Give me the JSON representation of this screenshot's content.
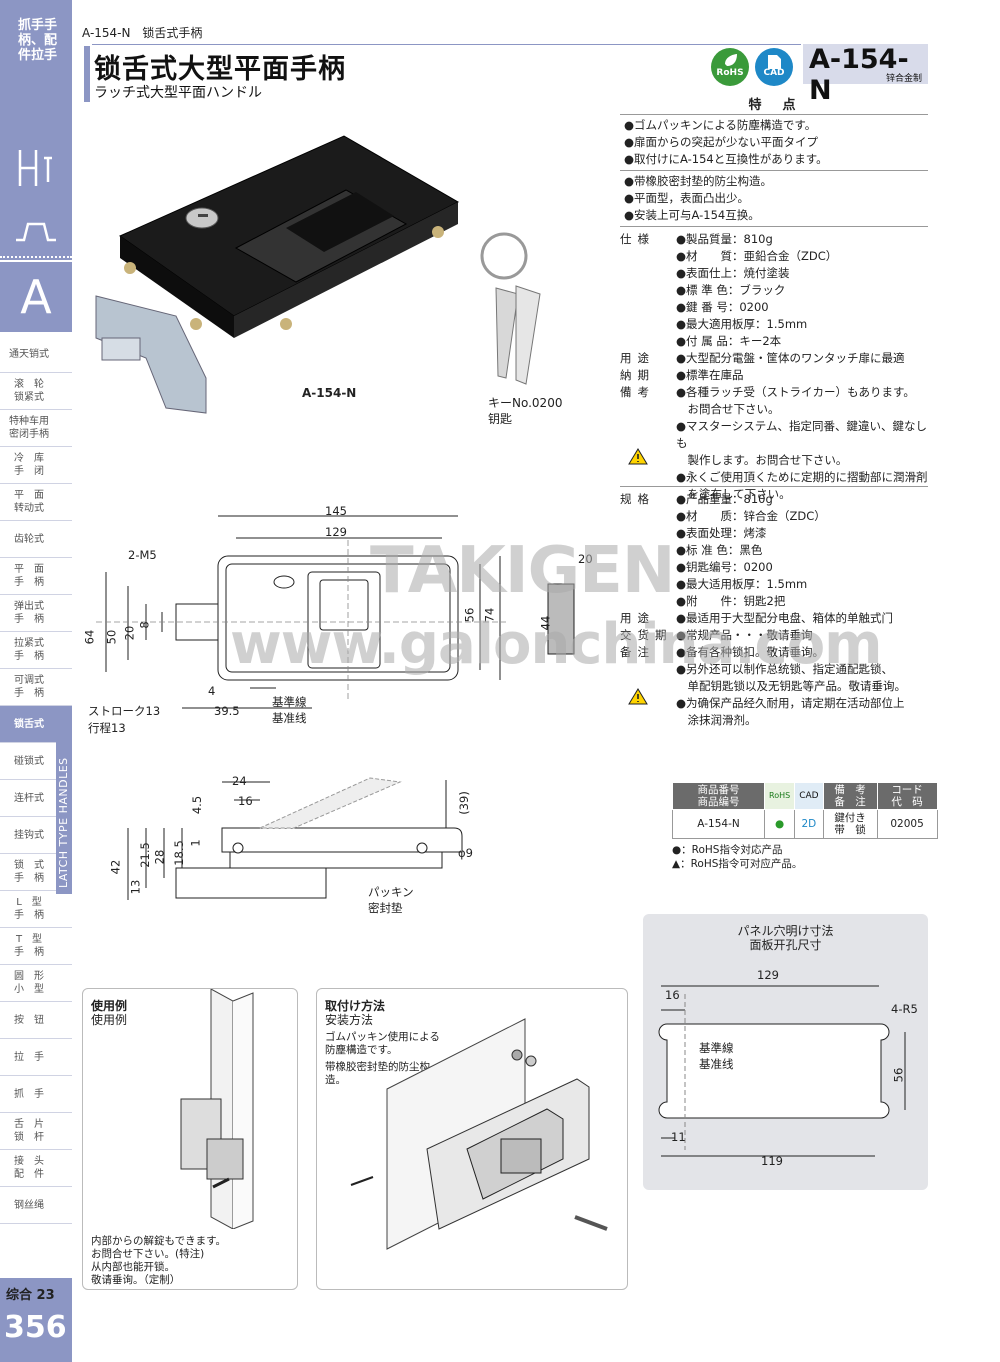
{
  "sidebar": {
    "category": "抓手手柄、配件拉手",
    "letter": "A",
    "items": [
      {
        "label": "通天销式"
      },
      {
        "label": "滚　轮\n锁紧式"
      },
      {
        "label": "特种车用\n密闭手柄"
      },
      {
        "label": "冷　库\n手　闭"
      },
      {
        "label": "平　面\n转动式"
      },
      {
        "label": "齿轮式"
      },
      {
        "label": "平　面\n手　柄"
      },
      {
        "label": "弹出式\n手　柄"
      },
      {
        "label": "拉紧式\n手　柄"
      },
      {
        "label": "可调式\n手　柄"
      },
      {
        "label": "锁舌式",
        "active": true
      },
      {
        "label": "碰锁式"
      },
      {
        "label": "连杆式"
      },
      {
        "label": "挂钩式"
      },
      {
        "label": "锁　式\n手　柄"
      },
      {
        "label": "L　型\n手　柄"
      },
      {
        "label": "T　型\n手　柄"
      },
      {
        "label": "圆　形\n小　型"
      },
      {
        "label": "按　钮"
      },
      {
        "label": "拉　手"
      },
      {
        "label": "抓　手"
      },
      {
        "label": "舌　片\n锁　杆"
      },
      {
        "label": "接　头\n配　件"
      },
      {
        "label": "钢丝绳"
      }
    ],
    "vertical_label": "LATCH TYPE HANDLES",
    "bottom_label": "综合 23",
    "page_number": "356"
  },
  "header": {
    "breadcrumb_code": "A-154-N",
    "breadcrumb_name": "锁舌式手柄",
    "title_zh": "锁舌式大型平面手柄",
    "title_jp": "ラッチ式大型平面ハンドル",
    "badge_rohs": "RoHS",
    "badge_cad": "CAD",
    "model": "A-154-N",
    "material_tag": "锌合金制"
  },
  "features": {
    "title": "特　点",
    "jp": [
      "●ゴムパッキンによる防塵構造です。",
      "●扉面からの突起が少ない平面タイプ",
      "●取付けにA-154と互換性があります。"
    ],
    "zh": [
      "●带橡胶密封垫的防尘构造。",
      "●平面型，表面凸出少。",
      "●安装上可与A-154互换。"
    ]
  },
  "spec_jp": [
    {
      "k": "仕様",
      "v": "●製品質量：810g"
    },
    {
      "k": "",
      "v": "●材　　質：亜鉛合金（ZDC）"
    },
    {
      "k": "",
      "v": "●表面仕上：焼付塗装"
    },
    {
      "k": "",
      "v": "●標 準 色：ブラック"
    },
    {
      "k": "",
      "v": "●鍵 番 号：0200"
    },
    {
      "k": "",
      "v": "●最大適用板厚：1.5mm"
    },
    {
      "k": "",
      "v": "●付 属 品：キー2本"
    },
    {
      "k": "用途",
      "v": "●大型配分電盤・筐体のワンタッチ扉に最適"
    },
    {
      "k": "納期",
      "v": "●標準在庫品"
    },
    {
      "k": "備考",
      "v": "●各種ラッチ受（ストライカー）もあります。"
    },
    {
      "k": "",
      "v": "　お問合せ下さい。"
    },
    {
      "k": "",
      "v": "●マスターシステム、指定同番、鍵違い、鍵なしも"
    },
    {
      "k": "",
      "v": "　製作します。お問合せ下さい。"
    },
    {
      "k": "",
      "v": "●永くご使用頂くために定期的に摺動部に潤滑剤"
    },
    {
      "k": "",
      "v": "　を塗布して下さい。"
    }
  ],
  "spec_zh": [
    {
      "k": "规格",
      "v": "●产品重量：810g"
    },
    {
      "k": "",
      "v": "●材　　质：锌合金（ZDC）"
    },
    {
      "k": "",
      "v": "●表面处理：烤漆"
    },
    {
      "k": "",
      "v": "●标 准 色：黑色"
    },
    {
      "k": "",
      "v": "●钥匙编号：0200"
    },
    {
      "k": "",
      "v": "●最大适用板厚：1.5mm"
    },
    {
      "k": "",
      "v": "●附　　件：钥匙2把"
    },
    {
      "k": "用途",
      "v": "●最适用于大型配分电盘、箱体的单触式门"
    },
    {
      "k": "交货期",
      "v": "●常规产品・・・敬请垂询"
    },
    {
      "k": "备注",
      "v": "●备有各种锁扣。敬请垂询。"
    },
    {
      "k": "",
      "v": "●另外还可以制作总统锁、指定通配匙锁、"
    },
    {
      "k": "",
      "v": "　单配钥匙锁以及无钥匙等产品。敬请垂询。"
    },
    {
      "k": "",
      "v": "●为确保产品经久耐用，请定期在活动部位上"
    },
    {
      "k": "",
      "v": "　涂抹润滑剂。"
    }
  ],
  "photo": {
    "model_label": "A-154-N",
    "key_label_jp": "キーNo.0200",
    "key_label_zh": "钥匙"
  },
  "drawing_front": {
    "d145": "145",
    "d129": "129",
    "m5": "2-M5",
    "d64": "64",
    "d50": "50",
    "d20": "20",
    "d8": "8",
    "d56": "56",
    "d74": "74",
    "d44": "44",
    "d20b": "20",
    "d4": "4",
    "d39_5": "39.5",
    "stroke_jp": "ストローク13",
    "stroke_zh": "行程13",
    "ref_jp": "基準線",
    "ref_zh": "基准线"
  },
  "drawing_side": {
    "d24": "24",
    "d16": "16",
    "d4_5": "4.5",
    "d39": "(39)",
    "d42": "42",
    "d13": "13",
    "d21_5": "21.5",
    "d28": "28",
    "d18_5": "18.5",
    "d1": "1",
    "phi9": "φ9",
    "gasket_jp": "パッキン",
    "gasket_zh": "密封垫"
  },
  "table": {
    "headers": [
      "商品番号\n商品编号",
      "RoHS",
      "CAD",
      "備　考\n备　注",
      "コード\n代　码"
    ],
    "row": {
      "code": "A-154-N",
      "rohs": "●",
      "cad": "2D",
      "note": "鍵付き\n带　锁",
      "order": "02005"
    }
  },
  "legend": {
    "circle": "●：RoHS指令対応产品",
    "triangle": "▲：RoHS指令可对应产品。"
  },
  "panel": {
    "title_jp": "パネル穴明け寸法",
    "title_zh": "面板开孔尺寸",
    "d129": "129",
    "d16": "16",
    "r5": "4-R5",
    "d56": "56",
    "d11": "11",
    "d119": "119",
    "ref_jp": "基準線",
    "ref_zh": "基准线"
  },
  "usage": {
    "title_jp": "使用例",
    "title_zh": "使用例",
    "note_jp": "内部からの解錠もできます。\nお問合せ下さい。(特注)",
    "note_zh": "从内部也能开锁。\n敬请垂询。（定制）"
  },
  "install": {
    "title_jp": "取付け方法",
    "title_zh": "安装方法",
    "note_jp": "ゴムパッキン使用による\n防塵構造です。",
    "note_zh": "带橡胶密封垫的防尘构\n造。"
  },
  "watermark": {
    "line1": "TAKIGEN",
    "line2": "www.galonchina.com"
  }
}
